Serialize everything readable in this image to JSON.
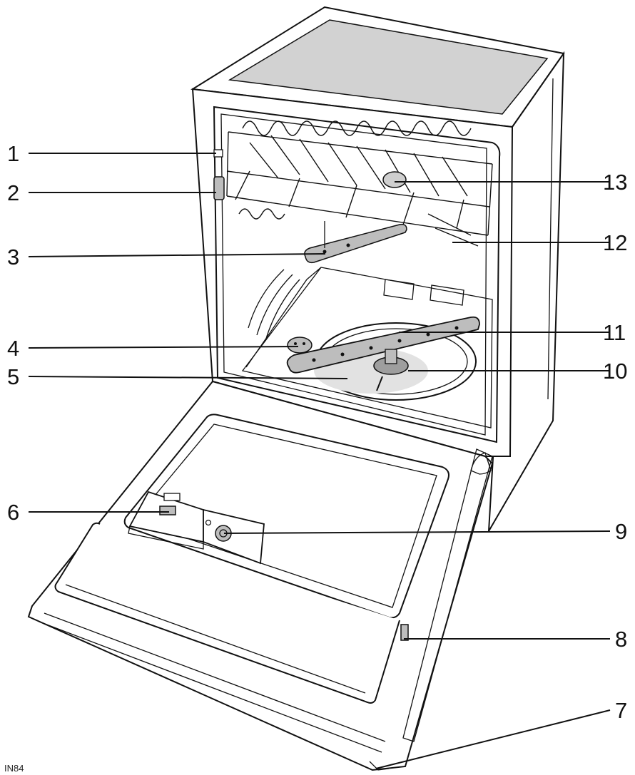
{
  "diagram": {
    "code": "IN84",
    "callouts": [
      "1",
      "2",
      "3",
      "4",
      "5",
      "6",
      "7",
      "8",
      "9",
      "10",
      "11",
      "12",
      "13"
    ]
  }
}
